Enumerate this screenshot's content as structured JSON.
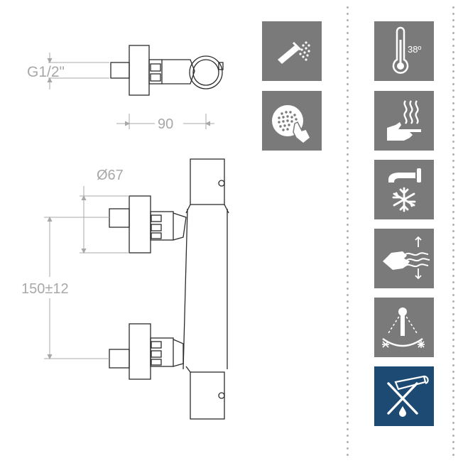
{
  "dimensions": {
    "thread": "G1/2\"",
    "width": "90",
    "diameter": "Ø67",
    "spacing": "150±12"
  },
  "features": {
    "shower_handset": "shower-handset",
    "shower_head": "shower-head-touch",
    "thermostat_temp": "38º",
    "hot_water": "hand-hot-water",
    "cold_water": "tap-cold-water",
    "flow_control": "hand-flow",
    "temperature_range": "lever-hot-cold",
    "anti_limescale": "no-limescale"
  },
  "colors": {
    "tile_gray": "#7a7a7a",
    "tile_blue": "#1d4a73",
    "line_dark": "#2b2b2b",
    "dimension_gray": "#a8a8a8"
  }
}
